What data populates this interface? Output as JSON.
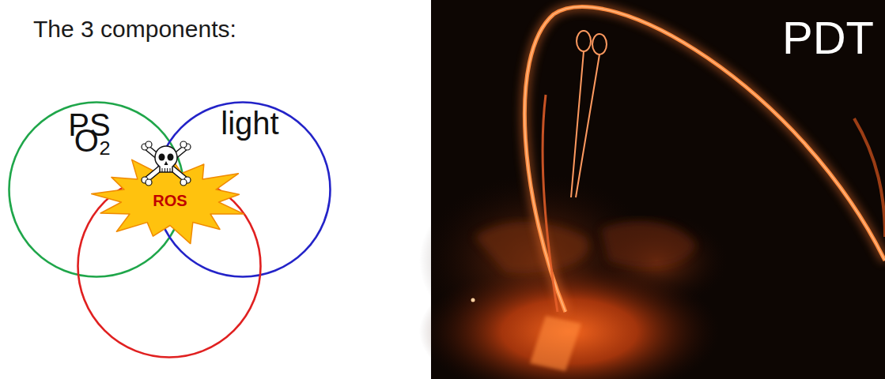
{
  "diagram": {
    "title": "The 3 components:",
    "nodes": [
      {
        "text": [
          "PS"
        ]
      },
      {
        "text": [
          "light"
        ]
      },
      {
        "text": [
          "ROS"
        ]
      },
      {
        "text": [
          "O₂"
        ]
      }
    ],
    "labels": [
      "PDT"
    ]
  }
}
